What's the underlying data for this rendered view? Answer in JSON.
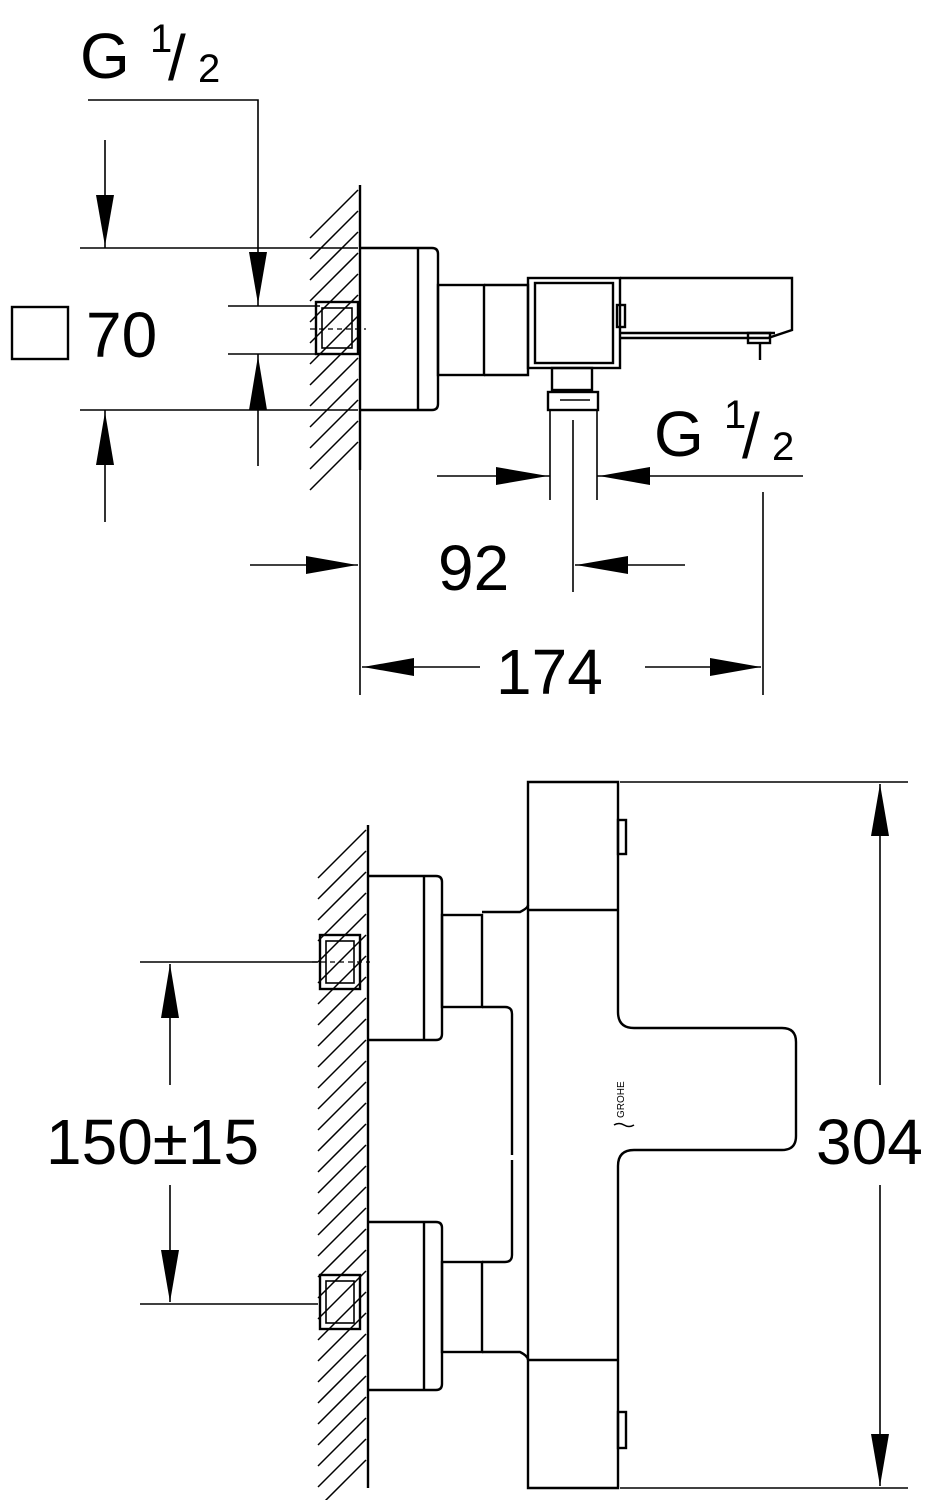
{
  "colors": {
    "line": "#000000",
    "background": "#ffffff"
  },
  "top_view": {
    "inlet_thread": {
      "letter": "G",
      "numerator": "1",
      "denominator": "2"
    },
    "escutcheon": {
      "symbol": "square-icon",
      "value": "70"
    },
    "outlet_thread": {
      "letter": "G",
      "numerator": "1",
      "denominator": "2"
    },
    "outlet_offset": "92",
    "projection": "174"
  },
  "front_view": {
    "inlet_spacing": "150±15",
    "height": "304",
    "logo": "GROHE"
  }
}
